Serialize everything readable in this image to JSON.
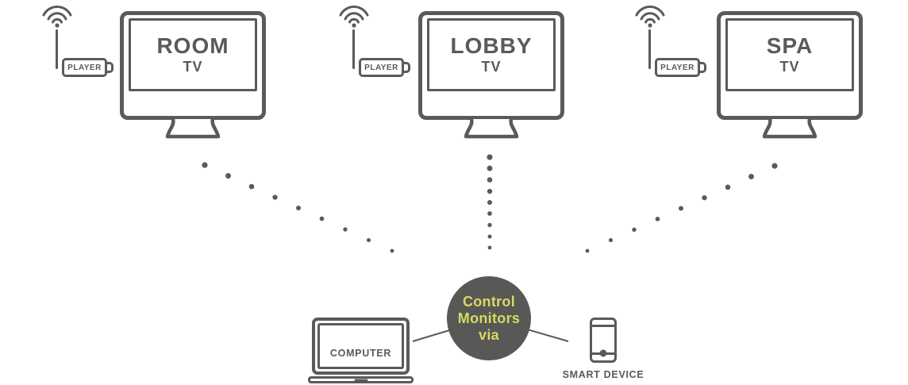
{
  "colors": {
    "stroke": "#595a5c",
    "hub_bg": "#585856",
    "hub_text": "#d7d962",
    "bg": "#ffffff"
  },
  "tvs": [
    {
      "name": "ROOM",
      "sub": "TV",
      "player_label": "PLAYER"
    },
    {
      "name": "LOBBY",
      "sub": "TV",
      "player_label": "PLAYER"
    },
    {
      "name": "SPA",
      "sub": "TV",
      "player_label": "PLAYER"
    }
  ],
  "hub": {
    "label": "Control\nMonitors\nvia"
  },
  "controllers": {
    "computer_label": "COMPUTER",
    "smart_device_label": "SMART DEVICE"
  },
  "icons": {
    "wifi": "wifi-icon",
    "home_button": "home-button-icon"
  }
}
